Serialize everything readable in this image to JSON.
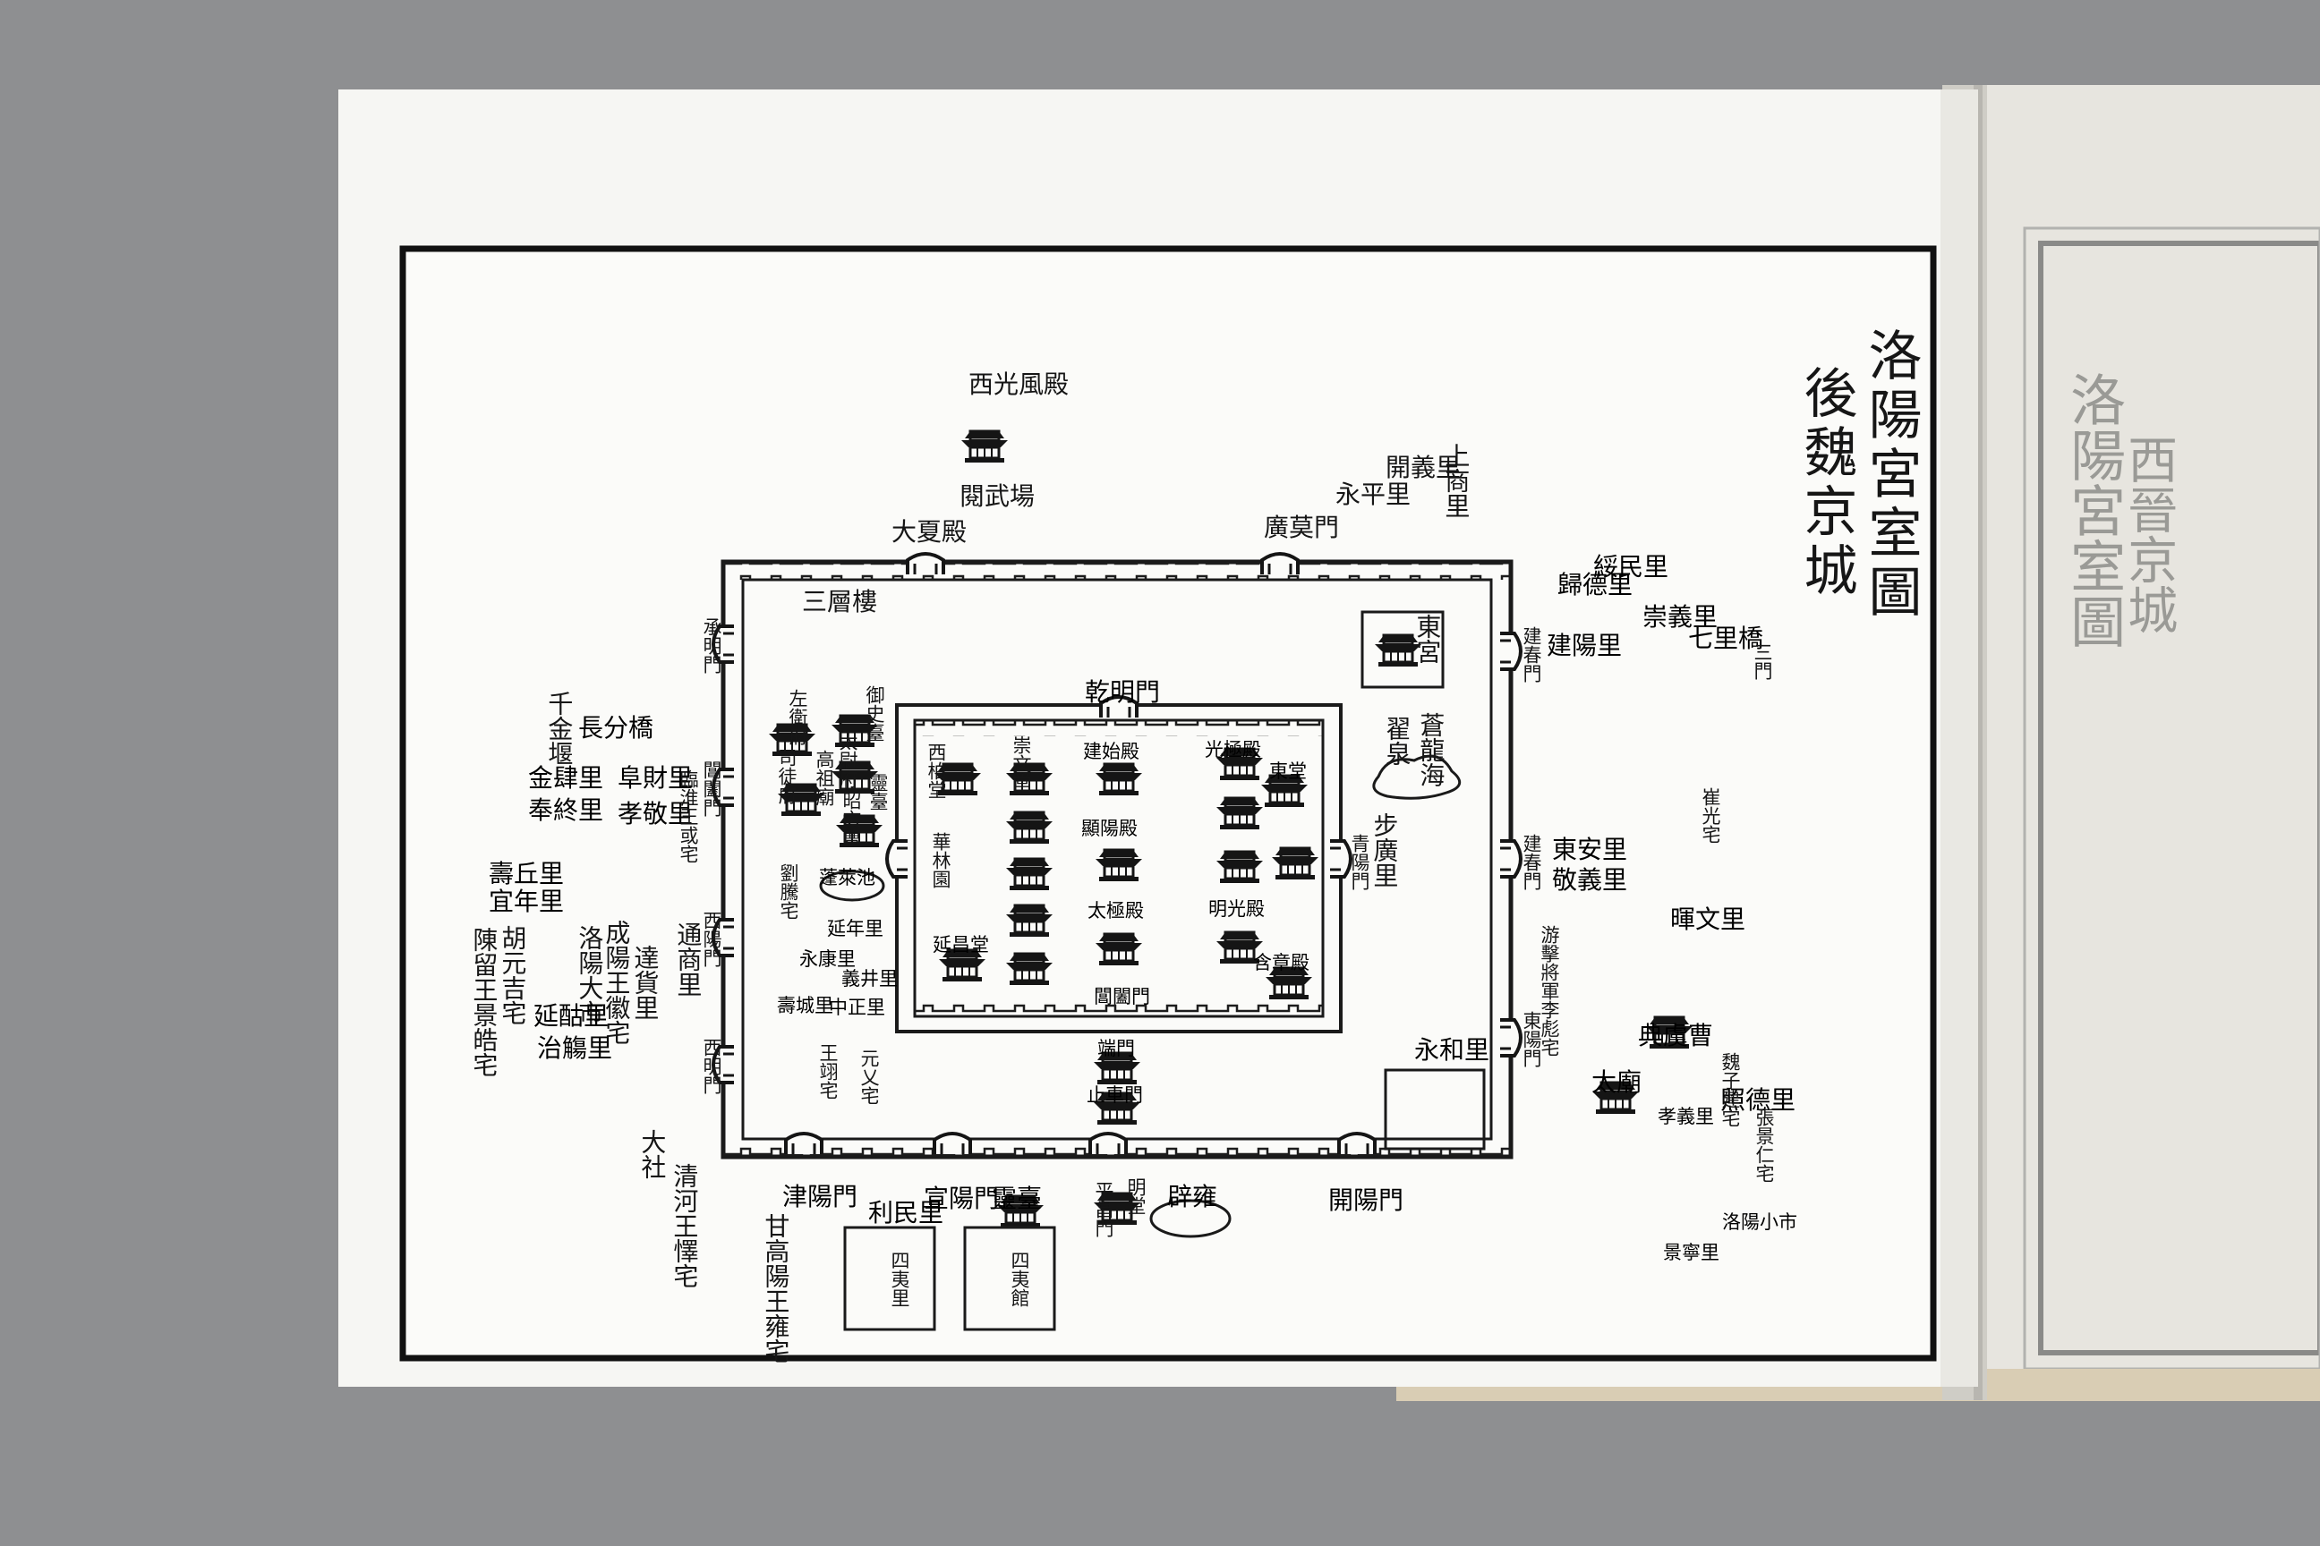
{
  "title": {
    "line1": "洛陽宮室圖",
    "line2": "後魏京城"
  },
  "right_page": {
    "title": "洛陽宮室圖",
    "subtitle": "西晉京城"
  },
  "labels": {
    "top": [
      {
        "id": "guangfeng",
        "text": "西光風殿"
      },
      {
        "id": "xuanwu",
        "text": "閱武場"
      },
      {
        "id": "daxia",
        "text": "大夏殿"
      },
      {
        "id": "guangmo",
        "text": "廣莫門"
      },
      {
        "id": "yongping",
        "text": "永平里"
      },
      {
        "id": "kaiyi",
        "text": "開義里"
      },
      {
        "id": "shangshang",
        "text": "上商里"
      },
      {
        "id": "sanglou",
        "text": "三層樓"
      }
    ],
    "palace": [
      {
        "id": "qianming",
        "text": "乾明門"
      },
      {
        "id": "xihe",
        "text": "西柏堂"
      },
      {
        "id": "jianshi",
        "text": "建始殿"
      },
      {
        "id": "guangji",
        "text": "光極殿"
      },
      {
        "id": "dongtang",
        "text": "東堂"
      },
      {
        "id": "xianyang",
        "text": "顯陽殿"
      },
      {
        "id": "taiji",
        "text": "太極殿"
      },
      {
        "id": "guangming",
        "text": "明光殿"
      },
      {
        "id": "chongwen",
        "text": "崇文堂"
      },
      {
        "id": "yanchang",
        "text": "延昌堂"
      },
      {
        "id": "hanzhang",
        "text": "含章殿"
      },
      {
        "id": "wenchang",
        "text": "閶闔門"
      },
      {
        "id": "shanglinmen",
        "text": "端門"
      },
      {
        "id": "dongmen",
        "text": "止車門"
      },
      {
        "id": "beihai",
        "text": "蓬萊池"
      },
      {
        "id": "huashi",
        "text": "華林園"
      }
    ],
    "west": [
      {
        "id": "xinbu",
        "text": "千金堰"
      },
      {
        "id": "changfen",
        "text": "長分橋"
      },
      {
        "id": "fucai",
        "text": "阜財里"
      },
      {
        "id": "jinsi",
        "text": "金肆里"
      },
      {
        "id": "xiaojing",
        "text": "孝敬里"
      },
      {
        "id": "fengzhong",
        "text": "奉終里"
      },
      {
        "id": "linhuai",
        "text": "臨淮王或宅"
      },
      {
        "id": "shouqiu",
        "text": "壽丘里"
      },
      {
        "id": "yinian",
        "text": "宜年里"
      },
      {
        "id": "tongshang",
        "text": "通商里"
      },
      {
        "id": "dashi",
        "text": "洛陽大市"
      },
      {
        "id": "chenliu",
        "text": "陳留王景皓宅"
      },
      {
        "id": "huyuanji",
        "text": "胡元吉宅"
      },
      {
        "id": "chengyang",
        "text": "成陽王徽宅"
      },
      {
        "id": "yanqu",
        "text": "延酤里"
      },
      {
        "id": "zhishang",
        "text": "治觴里"
      },
      {
        "id": "tongshanglabel",
        "text": "達貨里"
      },
      {
        "id": "daqi",
        "text": "大社"
      },
      {
        "id": "qinghe",
        "text": "清河王懌宅"
      },
      {
        "id": "gaoyang",
        "text": "甘高陽王雍宅"
      }
    ],
    "inner_west": [
      {
        "id": "yushi",
        "text": "御史臺"
      },
      {
        "id": "zuowei",
        "text": "左衛府"
      },
      {
        "id": "taiwei",
        "text": "太尉府"
      },
      {
        "id": "xiangmiao",
        "text": "高祖廟"
      },
      {
        "id": "sitou",
        "text": "司徒府"
      },
      {
        "id": "zhaoxuan",
        "text": "昭玄曹"
      },
      {
        "id": "lingtai",
        "text": "靈臺"
      },
      {
        "id": "liuteng",
        "text": "劉騰宅"
      },
      {
        "id": "yannian",
        "text": "延年里"
      },
      {
        "id": "yongkang",
        "text": "永康里"
      },
      {
        "id": "yijing",
        "text": "義井里"
      },
      {
        "id": "zhongzheng",
        "text": "中正里"
      },
      {
        "id": "shoucheng",
        "text": "壽城里"
      },
      {
        "id": "wangyi",
        "text": "王翊宅"
      },
      {
        "id": "yuanyi",
        "text": "元乂宅"
      }
    ],
    "east": [
      {
        "id": "donggong",
        "text": "東宮"
      },
      {
        "id": "jiancun",
        "text": "建陽里"
      },
      {
        "id": "jiangyang",
        "text": "建春門"
      },
      {
        "id": "suiwen",
        "text": "綏民里"
      },
      {
        "id": "zhuoyi",
        "text": "歸德里"
      },
      {
        "id": "chongyi",
        "text": "崇義里"
      },
      {
        "id": "qili",
        "text": "七里橋"
      },
      {
        "id": "sanmen",
        "text": "三門"
      },
      {
        "id": "gaoquan",
        "text": "翟泉"
      },
      {
        "id": "hailong",
        "text": "蒼龍海"
      },
      {
        "id": "busuan",
        "text": "步廣里"
      },
      {
        "id": "dongan",
        "text": "東安里"
      },
      {
        "id": "jingyi",
        "text": "敬義里"
      },
      {
        "id": "huiwen",
        "text": "暉文里"
      },
      {
        "id": "cuiguang",
        "text": "崔光宅"
      },
      {
        "id": "xunhai",
        "text": "游擊將軍李彪宅"
      },
      {
        "id": "yonghe",
        "text": "永和里"
      },
      {
        "id": "dianyu",
        "text": "典虞曹"
      },
      {
        "id": "taimiao",
        "text": "太廟"
      },
      {
        "id": "xiaoyi",
        "text": "孝義里"
      },
      {
        "id": "zhaode",
        "text": "照德里"
      },
      {
        "id": "luoyangxiaoshi",
        "text": "洛陽小市"
      },
      {
        "id": "jingning",
        "text": "景寧里"
      },
      {
        "id": "zhangjing",
        "text": "張景仁宅"
      },
      {
        "id": "weizijian",
        "text": "魏子建宅"
      }
    ],
    "south": [
      {
        "id": "jinyang",
        "text": "津陽門"
      },
      {
        "id": "lili",
        "text": "利民里"
      },
      {
        "id": "xuanyang",
        "text": "宣陽門"
      },
      {
        "id": "lingtai2",
        "text": "靈臺"
      },
      {
        "id": "pingchang",
        "text": "平昌門"
      },
      {
        "id": "mingtang",
        "text": "明堂"
      },
      {
        "id": "biyong",
        "text": "辟雍"
      },
      {
        "id": "kaiyang",
        "text": "開陽門"
      },
      {
        "id": "siyi1",
        "text": "四夷里"
      },
      {
        "id": "siyi2",
        "text": "四夷館"
      }
    ],
    "sidegates": [
      {
        "id": "ximen1",
        "text": "承明門"
      },
      {
        "id": "ximen2",
        "text": "閶闔門"
      },
      {
        "id": "ximen3",
        "text": "西陽門"
      },
      {
        "id": "ximen4",
        "text": "西明門"
      },
      {
        "id": "dongmen1",
        "text": "建春門"
      },
      {
        "id": "dongmen2",
        "text": "東陽門"
      },
      {
        "id": "dongmen3",
        "text": "青陽門"
      }
    ]
  }
}
